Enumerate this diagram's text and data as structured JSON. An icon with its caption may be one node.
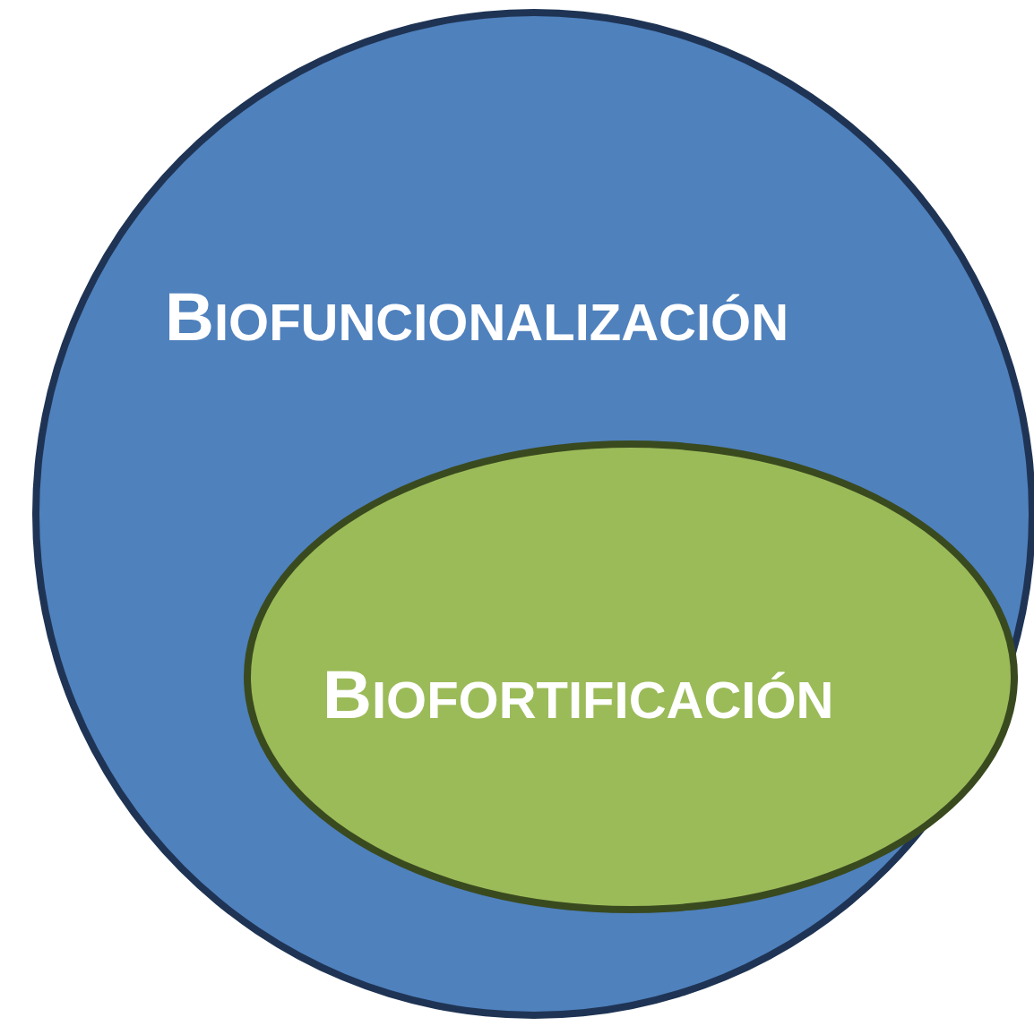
{
  "diagram": {
    "nodes": [
      {
        "text": [
          "BIOFUNCIONALIZACIÓN"
        ]
      },
      {
        "text": [
          "BIOFORTIFICACIÓN"
        ],
        "in": 0
      }
    ],
    "edges": []
  }
}
